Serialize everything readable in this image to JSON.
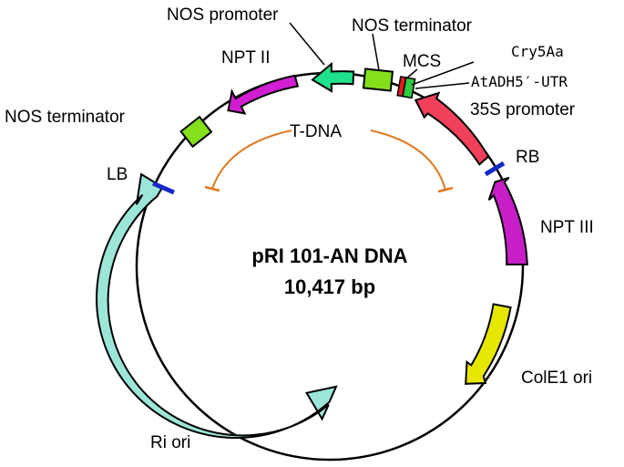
{
  "plasmid": {
    "name": "pRI 101-AN DNA",
    "size": "10,417 bp"
  },
  "labels": {
    "nos_promoter": "NOS promoter",
    "nos_terminator_top": "NOS terminator",
    "npt2": "NPT II",
    "mcs": "MCS",
    "cry5aa": "Cry5Aa",
    "atadh5": "AtADH5′-UTR",
    "p35s": "35S promoter",
    "nos_terminator_left": "NOS terminator",
    "rb": "RB",
    "lb": "LB",
    "tdna": "T-DNA",
    "npt3": "NPT III",
    "cole1": "ColE1 ori",
    "ri_ori": "Ri ori"
  },
  "colors": {
    "npt2": "#d21ed2",
    "nos_promoter": "#21e28c",
    "nos_term": "#84e01a",
    "p35s": "#f0405a",
    "npt3": "#c81ec8",
    "cole1": "#e6e600",
    "ri_ori": "#9ce6d8",
    "border": "#1428c8",
    "tdna": "#e07820",
    "mcs_red": "#e81c1c",
    "mcs_green": "#2ecc40"
  }
}
